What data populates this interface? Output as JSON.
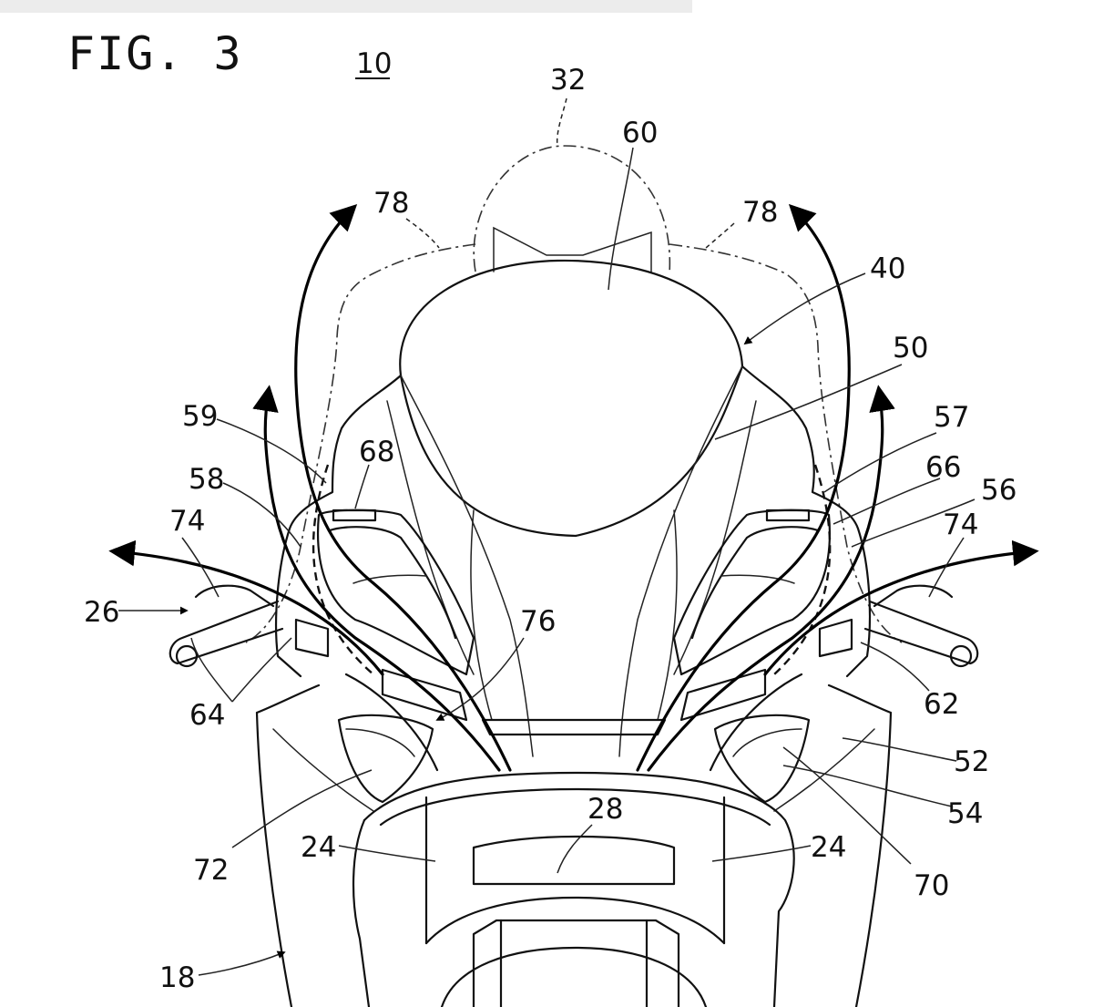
{
  "figure": {
    "title": "FIG. 3",
    "assembly_ref": "10"
  },
  "labels": {
    "r32": "32",
    "r60": "60",
    "r78_left": "78",
    "r78_right": "78",
    "r40": "40",
    "r50": "50",
    "r59": "59",
    "r57": "57",
    "r68": "68",
    "r66": "66",
    "r58": "58",
    "r56": "56",
    "r74_left": "74",
    "r74_right": "74",
    "r26": "26",
    "r76": "76",
    "r64": "64",
    "r62": "62",
    "r52": "52",
    "r54": "54",
    "r28": "28",
    "r72": "72",
    "r24_left": "24",
    "r24_right": "24",
    "r70": "70",
    "r18": "18"
  }
}
